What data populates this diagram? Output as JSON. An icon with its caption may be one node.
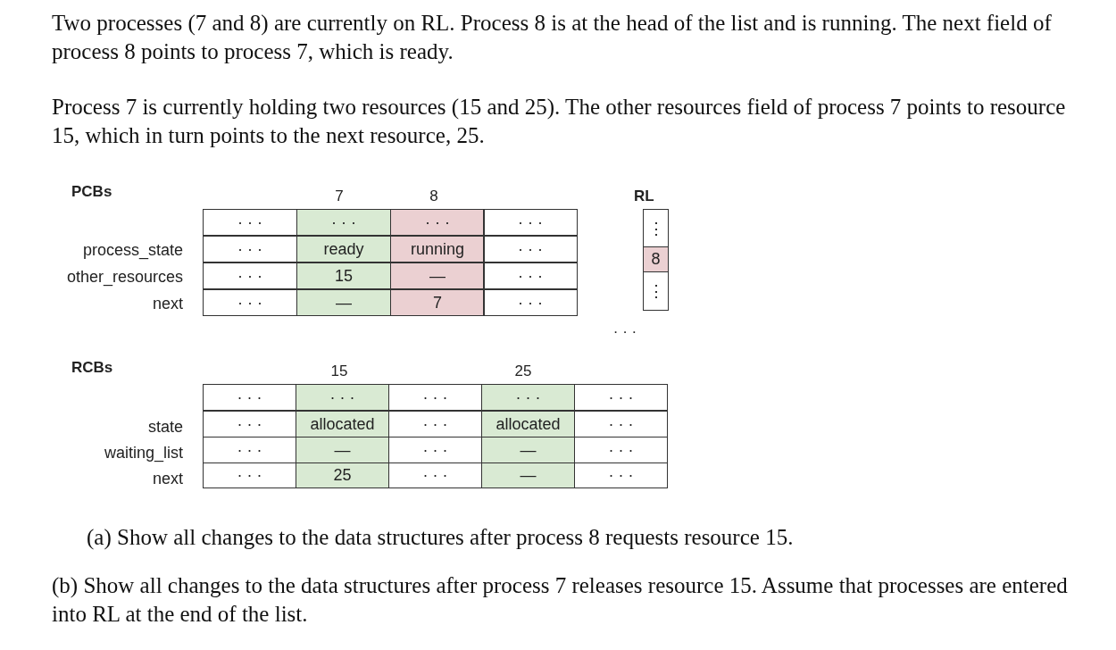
{
  "diagram": {
    "labels": [
      "Two processes (7 and 8) are currently on RL. Process 8 is at the head of the list and is running. The next field of process 8 points to process 7, which is ready.",
      "Process 7 is currently holding two resources (15 and 25). The other resources field of process 7 points to resource 15, which in turn points to the next resource, 25.",
      "PCBs",
      "7",
      "8",
      "RL",
      "· · ·",
      "· · ·",
      "· · ·",
      "· · ·",
      "⋮",
      "process_state",
      "· · ·",
      "ready",
      "running",
      "· · ·",
      "8",
      "other_resources",
      "· · ·",
      "15",
      "—",
      "· · ·",
      "⋮",
      "next",
      "· · ·",
      "—",
      "7",
      "· · ·",
      "· · ·",
      "RCBs",
      "15",
      "25",
      "· · ·",
      "· · ·",
      "· · ·",
      "· · ·",
      "· · ·",
      "state",
      "· · ·",
      "allocated",
      "· · ·",
      "allocated",
      "· · ·",
      "waiting_list",
      "· · ·",
      "—",
      "· · ·",
      "—",
      "· · ·",
      "next",
      "· · ·",
      "25",
      "· · ·",
      "—",
      "· · ·",
      "(a) Show all changes to the data structures after process 8 requests resource 15.",
      "(b) Show all changes to the data structures after process 7 releases resource 15. Assume that processes are entered into RL at the end of the list."
    ]
  }
}
